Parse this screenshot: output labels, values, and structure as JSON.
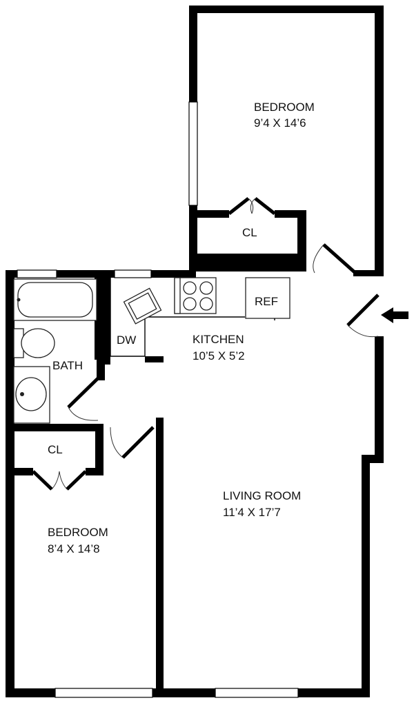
{
  "rooms": {
    "bedroom_main": {
      "name": "BEDROOM",
      "size": "9’4 X 14’6"
    },
    "closet_main": {
      "name": "CL"
    },
    "bath": {
      "name": "BATH"
    },
    "kitchen": {
      "name": "KITCHEN",
      "size": "10’5 X 5’2"
    },
    "dishwasher": {
      "name": "DW"
    },
    "refrigerator": {
      "name": "REF"
    },
    "closet_second": {
      "name": "CL"
    },
    "bedroom_second": {
      "name": "BEDROOM",
      "size": "8’4 X 14’8"
    },
    "living_room": {
      "name": "LIVING ROOM",
      "size": "11’4 X 17’7"
    }
  },
  "entrance": {
    "icon": "entry-arrow-icon"
  },
  "colors": {
    "wall": "#000000",
    "background": "#ffffff"
  }
}
